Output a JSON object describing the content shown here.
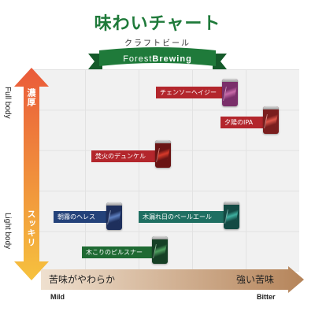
{
  "header": {
    "title": "味わいチャート",
    "subtitle": "クラフトビール",
    "brand_prefix": "Forest",
    "brand_suffix": "Brewing"
  },
  "axes": {
    "top_jp": "濃厚",
    "top_en": "Full body",
    "bottom_jp": "スッキリ",
    "bottom_en": "Light body",
    "left_jp": "苦味がやわらか",
    "left_en": "Mild",
    "right_jp": "強い苦味",
    "right_en": "Bitter"
  },
  "colors": {
    "title_green": "#1f7a3a",
    "ribbon_green": "#1f7a3a",
    "vertical_top": "#ea5a3a",
    "vertical_bottom": "#f6c23e",
    "horizontal_left": "#efe0cf",
    "horizontal_right": "#b5845a"
  },
  "beers": [
    {
      "name": "チェンソーヘイジー",
      "label_color": "#b3262c",
      "can_color": "#7a2f6a",
      "accent": "#c86aa8"
    },
    {
      "name": "夕陽のIPA",
      "label_color": "#b3262c",
      "can_color": "#7a1e1e",
      "accent": "#e0574a"
    },
    {
      "name": "焚火のデュンケル",
      "label_color": "#b3262c",
      "can_color": "#6a1414",
      "accent": "#d83a2a"
    },
    {
      "name": "朝霧のヘレス",
      "label_color": "#24427a",
      "can_color": "#1e2f5c",
      "accent": "#5d7fc0"
    },
    {
      "name": "木漏れ日のペールエール",
      "label_color": "#1f6f62",
      "can_color": "#134a44",
      "accent": "#3fb0a0"
    },
    {
      "name": "木こりのピルスナー",
      "label_color": "#1f6a33",
      "can_color": "#153f25",
      "accent": "#4fa060"
    }
  ]
}
